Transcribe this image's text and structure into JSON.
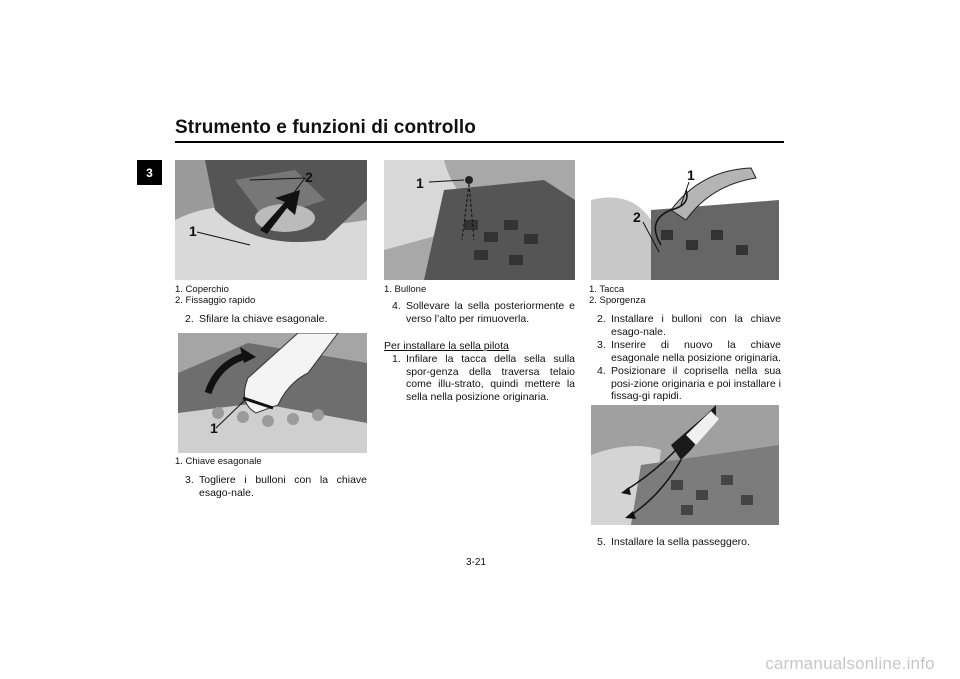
{
  "header": {
    "title": "Strumento e funzioni di controllo",
    "chapter": "3"
  },
  "col1": {
    "fig1": {
      "callouts": [
        "1",
        "2"
      ],
      "captions": [
        "1. Coperchio",
        "2. Fissaggio rapido"
      ]
    },
    "step2": {
      "num": "2.",
      "text": "Sfilare la chiave esagonale."
    },
    "fig2": {
      "callouts": [
        "1"
      ],
      "captions": [
        "1. Chiave esagonale"
      ]
    },
    "step3": {
      "num": "3.",
      "text": "Togliere i bulloni con la chiave esago-nale."
    }
  },
  "col2": {
    "fig1": {
      "callouts": [
        "1"
      ],
      "captions": [
        "1. Bullone"
      ]
    },
    "step4": {
      "num": "4.",
      "text": "Sollevare la sella posteriormente e verso l’alto per rimuoverla."
    },
    "subheading": "Per installare la sella pilota",
    "step1": {
      "num": "1.",
      "text": "Infilare la tacca della sella sulla spor-genza della traversa telaio come illu-strato, quindi mettere la sella nella posizione originaria."
    }
  },
  "col3": {
    "fig1": {
      "callouts": [
        "1",
        "2"
      ],
      "captions": [
        "1. Tacca",
        "2. Sporgenza"
      ]
    },
    "step2": {
      "num": "2.",
      "text": "Installare i bulloni con la chiave esago-nale."
    },
    "step3": {
      "num": "3.",
      "text": "Inserire di nuovo la chiave esagonale nella posizione originaria."
    },
    "step4": {
      "num": "4.",
      "text": "Posizionare il coprisella nella sua posi-zione originaria e poi installare i fissag-gi rapidi."
    },
    "step5": {
      "num": "5.",
      "text": "Installare la sella passeggero."
    }
  },
  "footer": {
    "page_number": "3-21",
    "watermark": "carmanualsonline.info"
  }
}
